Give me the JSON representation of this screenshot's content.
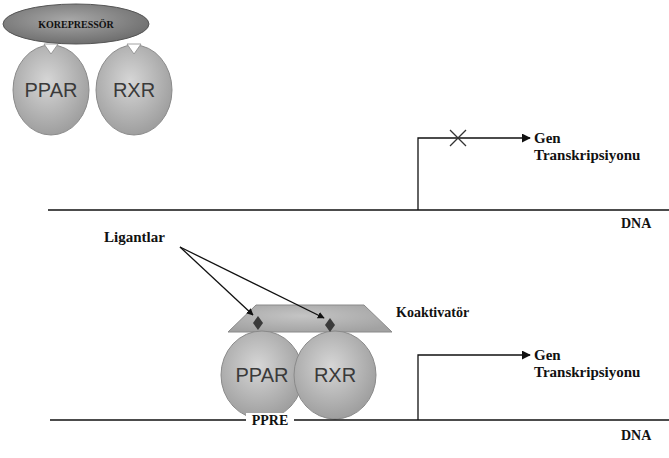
{
  "diagram": {
    "nodes": [
      {
        "text": [
          "KOREPRESSÖR"
        ]
      },
      {
        "text": [
          "PPAR"
        ]
      },
      {
        "text": [
          "RXR"
        ]
      },
      {
        "text": [
          "Koaktivatör"
        ]
      },
      {
        "text": [
          "PPAR"
        ]
      },
      {
        "text": [
          "RXR"
        ]
      }
    ],
    "labels": [
      "Gen Transkripsiyonu",
      "DNA",
      "Ligantlar",
      "PPRE",
      "Gen Transkripsiyonu",
      "DNA"
    ]
  }
}
